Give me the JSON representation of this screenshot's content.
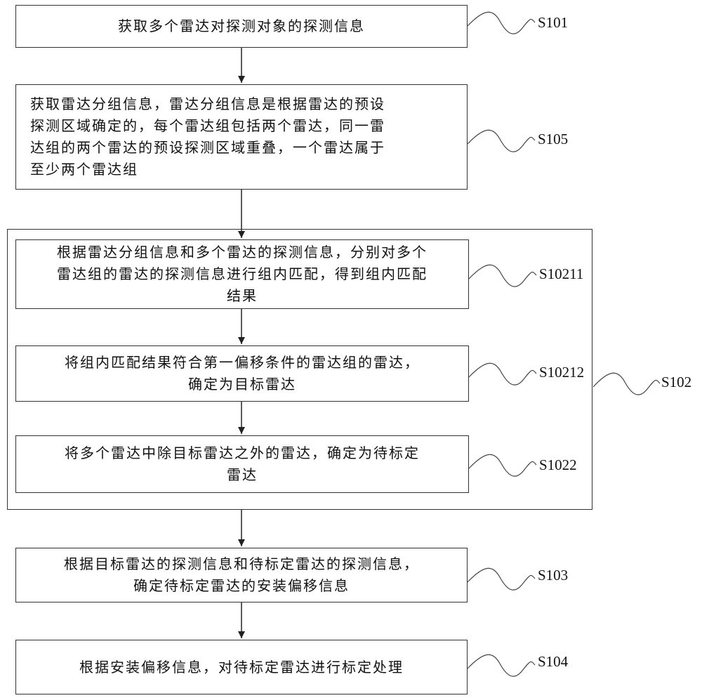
{
  "steps": {
    "s101": {
      "label": "S101",
      "text": "获取多个雷达对探测对象的探测信息"
    },
    "s105": {
      "label": "S105",
      "text": "获取雷达分组信息，雷达分组信息是根据雷达的预设\n探测区域确定的，每个雷达组包括两个雷达，同一雷\n达组的两个雷达的预设探测区域重叠，一个雷达属于\n至少两个雷达组"
    },
    "s10211": {
      "label": "S10211",
      "text": "根据雷达分组信息和多个雷达的探测信息，分别对多个\n雷达组的雷达的探测信息进行组内匹配，得到组内匹配\n结果"
    },
    "s10212": {
      "label": "S10212",
      "text": "将组内匹配结果符合第一偏移条件的雷达组的雷达，\n确定为目标雷达"
    },
    "s1022": {
      "label": "S1022",
      "text": "将多个雷达中除目标雷达之外的雷达，确定为待标定\n雷达"
    },
    "s102": {
      "label": "S102"
    },
    "s103": {
      "label": "S103",
      "text": "根据目标雷达的探测信息和待标定雷达的探测信息，\n确定待标定雷达的安装偏移信息"
    },
    "s104": {
      "label": "S104",
      "text": "根据安装偏移信息，对待标定雷达进行标定处理"
    }
  }
}
